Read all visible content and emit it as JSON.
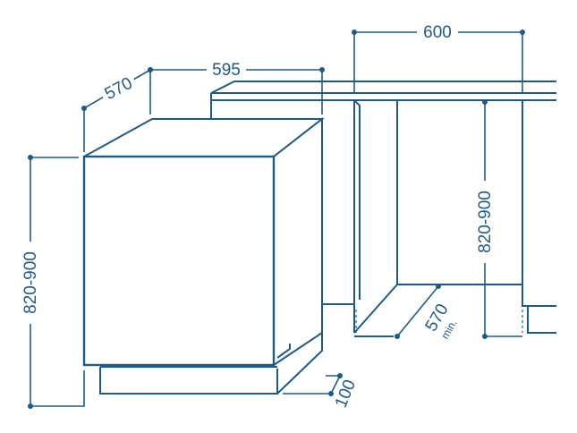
{
  "diagram": {
    "appliance": {
      "width_label": "595",
      "depth_label": "570",
      "height_label": "820-900",
      "plinth_label": "100"
    },
    "niche": {
      "width_label": "600",
      "height_label": "820-900",
      "depth_label": "570",
      "depth_note": "min."
    },
    "color": "#1f5a86"
  }
}
